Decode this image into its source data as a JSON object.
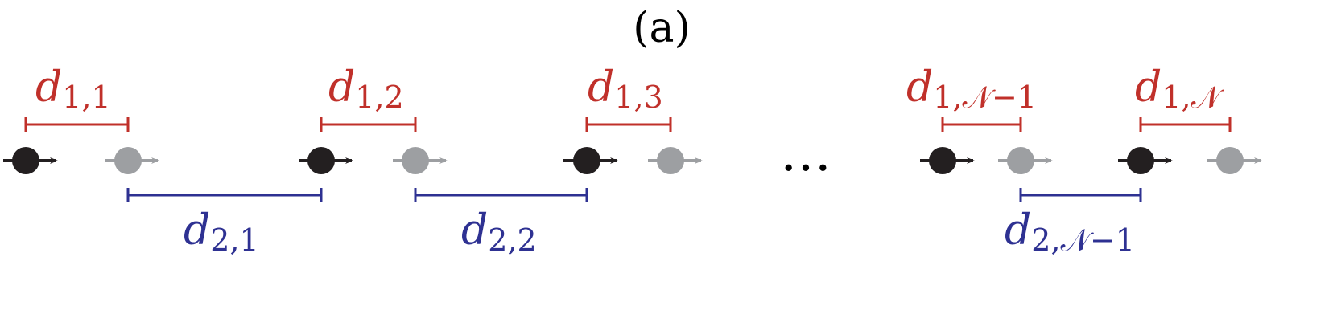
{
  "panel_label": "(a)",
  "ellipsis": "…",
  "colors": {
    "black_atom": "#231f20",
    "gray_atom": "#9d9fa2",
    "red": "#c0302a",
    "blue": "#2e3192"
  },
  "labels": {
    "red": [
      {
        "base": "d",
        "sub": "1,1"
      },
      {
        "base": "d",
        "sub": "1,2"
      },
      {
        "base": "d",
        "sub": "1,3"
      },
      {
        "base": "d",
        "sub": "1,𝒩−1"
      },
      {
        "base": "d",
        "sub": "1,𝒩"
      }
    ],
    "blue": [
      {
        "base": "d",
        "sub": "2,1"
      },
      {
        "base": "d",
        "sub": "2,2"
      },
      {
        "base": "d",
        "sub": "2,𝒩−1"
      }
    ]
  }
}
